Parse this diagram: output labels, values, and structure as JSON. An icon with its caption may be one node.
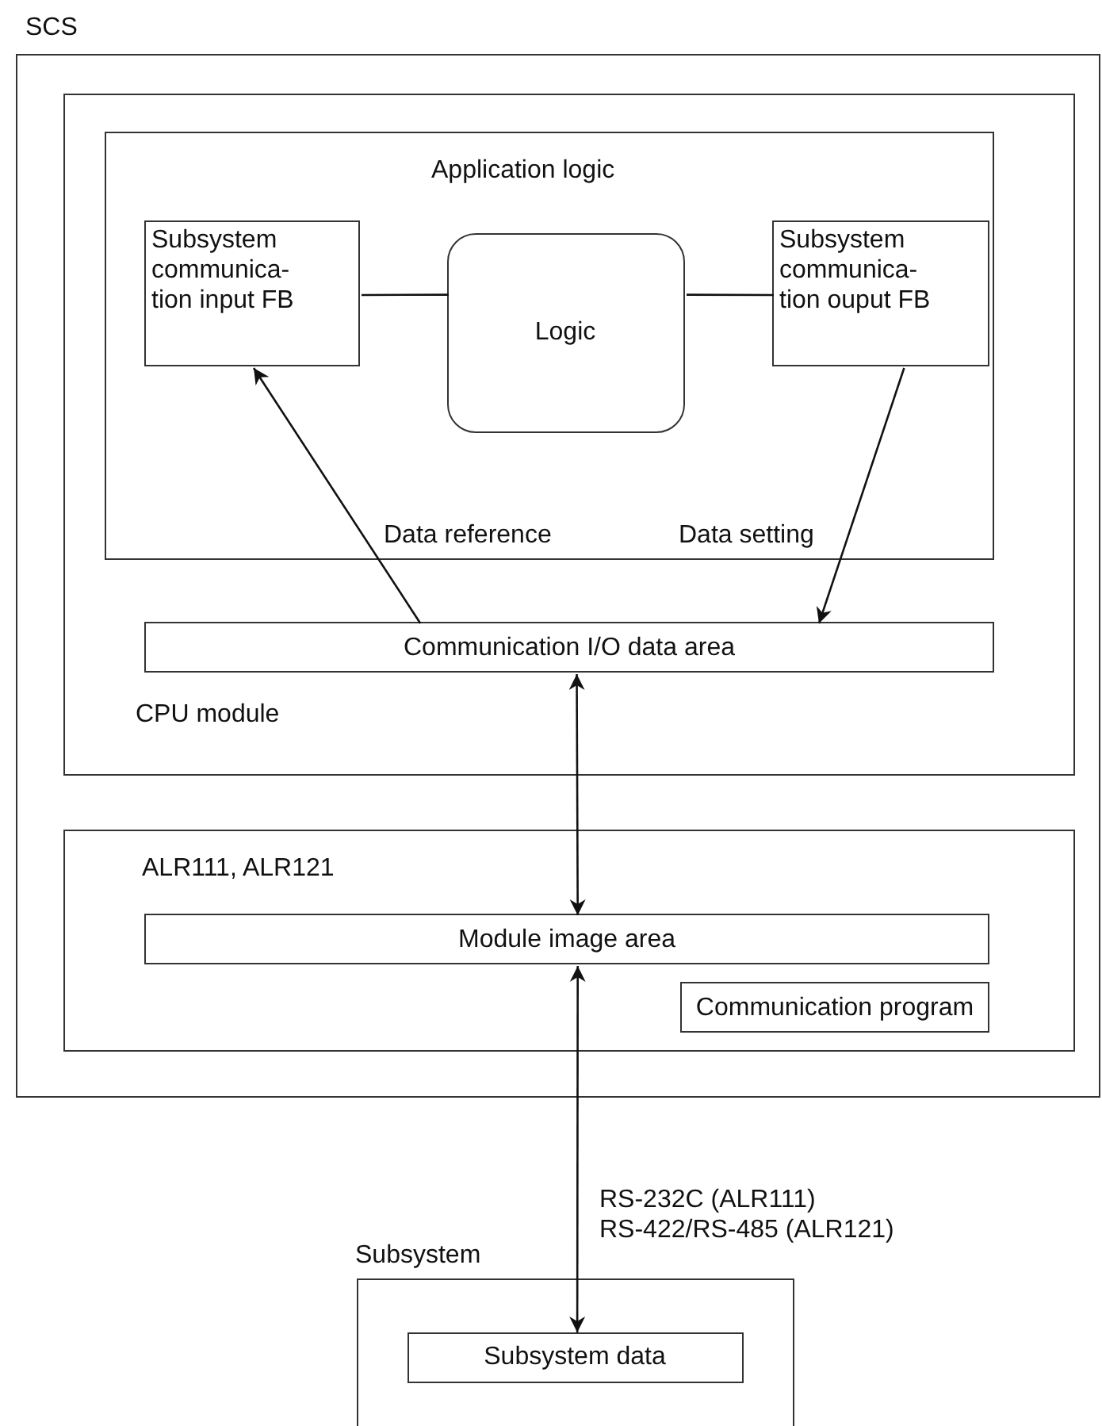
{
  "diagram": {
    "nodes": [
      {
        "text": [
          "SCS"
        ]
      },
      {
        "text": [
          "CPU module"
        ],
        "in": 0
      },
      {
        "text": [
          "Application logic"
        ],
        "in": 1
      },
      {
        "text": [
          "Subsystem communica-tion input FB"
        ],
        "in": 2
      },
      {
        "text": [
          "Logic"
        ],
        "in": 2
      },
      {
        "text": [
          "Subsystem communica-tion ouput FB"
        ],
        "in": 2
      },
      {
        "text": [
          "Communication I/O data area"
        ],
        "in": 1
      },
      {
        "text": [
          "ALR111, ALR121"
        ],
        "in": 0
      },
      {
        "text": [
          "Module image area"
        ],
        "in": 7
      },
      {
        "text": [
          "Communication program"
        ],
        "in": 7
      },
      {
        "text": [
          "Subsystem"
        ]
      },
      {
        "text": [
          "Subsystem data"
        ],
        "in": 10
      }
    ],
    "edges": [
      {
        "from": 3,
        "to": 4,
        "arrow": "none"
      },
      {
        "from": 4,
        "to": 5,
        "arrow": "none"
      },
      {
        "from": 6,
        "to": 3,
        "arrow": "to",
        "label": "Data reference"
      },
      {
        "from": 5,
        "to": 6,
        "arrow": "to",
        "label": "Data setting"
      },
      {
        "from": 6,
        "to": 8,
        "arrow": "both"
      },
      {
        "from": 8,
        "to": 11,
        "arrow": "both",
        "label": "RS-232C (ALR111) RS-422/RS-485 (ALR121)"
      }
    ]
  }
}
